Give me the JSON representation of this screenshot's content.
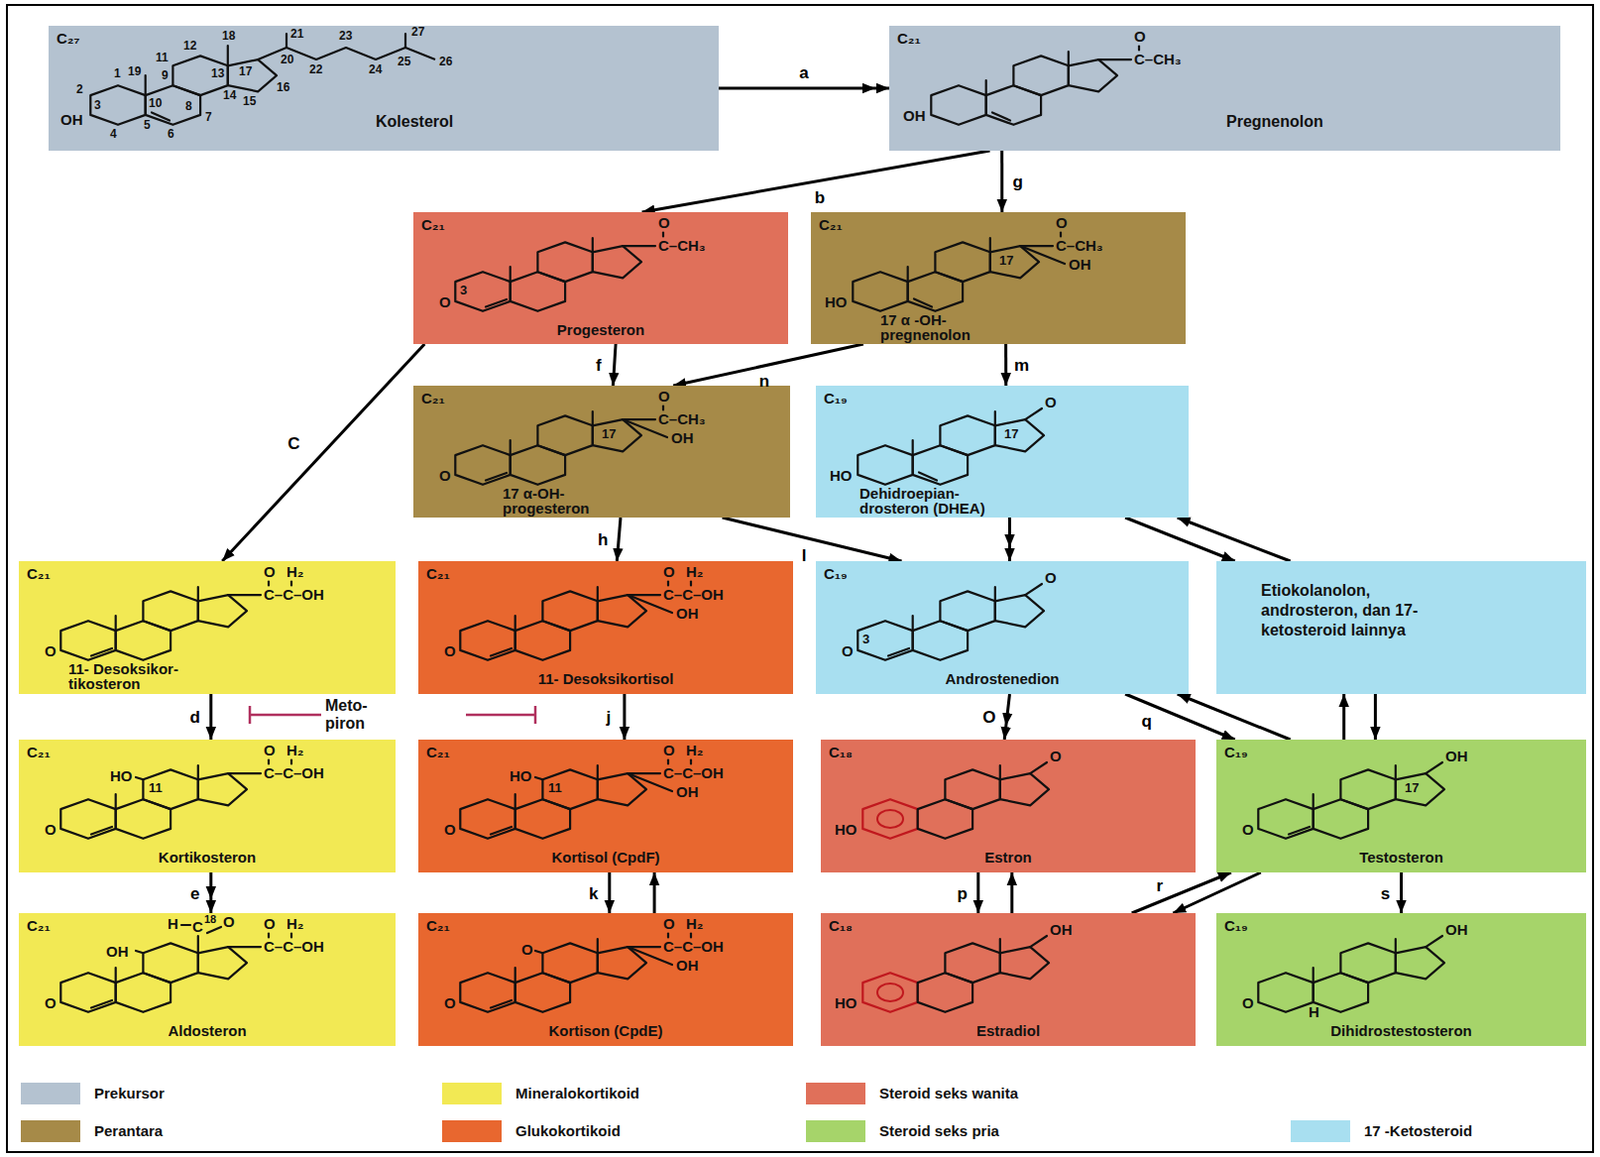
{
  "diagram": {
    "nodes": [
      {
        "text": [
          "C₂₇",
          "12",
          "18",
          "21",
          "27",
          "11",
          "17",
          "20",
          "23",
          "26",
          "1",
          "19",
          "13",
          "9",
          "22",
          "24",
          "25",
          "2",
          "10",
          "14",
          "8",
          "16",
          "15",
          "3",
          "5",
          "7",
          "OH",
          "4",
          "6",
          "Kolesterol"
        ]
      },
      {
        "text": [
          "C₂₁",
          "O",
          "C–CH₃",
          "OH",
          "Pregnenolon"
        ]
      },
      {
        "text": [
          "C₂₁",
          "O",
          "C–CH₃",
          "3",
          "O",
          "Progesteron"
        ]
      },
      {
        "text": [
          "C₂₁",
          "O",
          "17",
          "C–CH₃",
          "OH",
          "HO",
          "17 α -OH- pregnenolon"
        ]
      },
      {
        "text": [
          "C₂₁",
          "O",
          "17",
          "C–CH₃",
          "OH",
          "O",
          "17 α-OH- progesteron"
        ]
      },
      {
        "text": [
          "C₁₉",
          "O",
          "17",
          "HO",
          "Dehidroepian- drosteron (DHEA)"
        ]
      },
      {
        "text": [
          "C₂₁",
          "O",
          "H₂",
          "C–C–OH",
          "O",
          "11- Desoksikor- tikosteron"
        ]
      },
      {
        "text": [
          "C₂₁",
          "O",
          "H₂",
          "C–C–OH",
          "OH",
          "O",
          "11- Desoksikortisol"
        ]
      },
      {
        "text": [
          "C₁₉",
          "O",
          "3",
          "O",
          "Androstenedion"
        ]
      },
      {
        "text": [
          "Etiokolanolon, androsteron, dan 17-ketosteroid lainnya"
        ]
      },
      {
        "text": [
          "C₂₁",
          "HO",
          "11",
          "O",
          "H₂",
          "C–C–OH",
          "O",
          "Kortikosteron"
        ]
      },
      {
        "text": [
          "C₂₁",
          "HO",
          "11",
          "O",
          "H₂",
          "C–C–OH",
          "OH",
          "O",
          "Kortisol (CpdF)"
        ]
      },
      {
        "text": [
          "C₁₈",
          "O",
          "HO",
          "Estron"
        ]
      },
      {
        "text": [
          "C₁₉",
          "OH",
          "17",
          "O",
          "Testosteron"
        ]
      },
      {
        "text": [
          "C₂₁",
          "H",
          "C",
          "18",
          "O",
          "OH",
          "O",
          "H₂",
          "C–C–OH",
          "O",
          "Aldosteron"
        ]
      },
      {
        "text": [
          "C₂₁",
          "O",
          "O",
          "H₂",
          "C–C–OH",
          "OH",
          "O",
          "Kortison (CpdE)"
        ]
      },
      {
        "text": [
          "C₁₈",
          "OH",
          "HO",
          "Estradiol"
        ]
      },
      {
        "text": [
          "C₁₉",
          "OH",
          "O",
          "H",
          "Dihidrostestosteron"
        ]
      }
    ],
    "edges": [
      {
        "from": 0,
        "to": 1,
        "label": "a",
        "arrow": "to"
      },
      {
        "from": 1,
        "to": 2,
        "label": "b",
        "arrow": "to"
      },
      {
        "from": 1,
        "to": 3,
        "label": "g",
        "arrow": "to"
      },
      {
        "from": 2,
        "to": 4,
        "label": "f",
        "arrow": "to"
      },
      {
        "from": 3,
        "to": 4,
        "label": "n",
        "arrow": "to"
      },
      {
        "from": 3,
        "to": 5,
        "label": "m",
        "arrow": "to"
      },
      {
        "from": 2,
        "to": 6,
        "label": "C",
        "arrow": "to"
      },
      {
        "from": 4,
        "to": 7,
        "label": "h",
        "arrow": "to"
      },
      {
        "from": 4,
        "to": 8,
        "label": "l",
        "arrow": "to"
      },
      {
        "from": 5,
        "to": 8,
        "arrow": "to"
      },
      {
        "from": 5,
        "to": 9,
        "arrow": "to"
      },
      {
        "from": 9,
        "to": 5,
        "arrow": "to"
      },
      {
        "from": 6,
        "to": 10,
        "label": "d",
        "arrow": "to"
      },
      {
        "from": 7,
        "to": 11,
        "label": "j",
        "arrow": "to"
      },
      {
        "from": 8,
        "to": 12,
        "label": "O",
        "arrow": "to"
      },
      {
        "from": 8,
        "to": 13,
        "label": "q",
        "arrow": "to"
      },
      {
        "from": 13,
        "to": 8,
        "arrow": "to"
      },
      {
        "from": 13,
        "to": 9,
        "arrow": "to"
      },
      {
        "from": 9,
        "to": 13,
        "arrow": "to"
      },
      {
        "from": 10,
        "to": 14,
        "label": "e",
        "arrow": "to"
      },
      {
        "from": 11,
        "to": 15,
        "label": "k",
        "arrow": "to"
      },
      {
        "from": 15,
        "to": 11,
        "arrow": "to"
      },
      {
        "from": 12,
        "to": 16,
        "label": "p",
        "arrow": "to"
      },
      {
        "from": 16,
        "to": 12,
        "arrow": "to"
      },
      {
        "from": 16,
        "to": 13,
        "label": "r",
        "arrow": "to"
      },
      {
        "from": 13,
        "to": 16,
        "arrow": "to"
      },
      {
        "from": 13,
        "to": 17,
        "label": "s",
        "arrow": "to"
      }
    ],
    "labels": [
      "Meto- piron"
    ],
    "legend": [
      {
        "text": "Prekursor",
        "color": "#b4c2d0"
      },
      {
        "text": "Mineralokortikoid",
        "color": "#f2e954"
      },
      {
        "text": "Steroid seks wanita",
        "color": "#e0705a"
      },
      {
        "text": "Perantara",
        "color": "#a68a48"
      },
      {
        "text": "Glukokortikoid",
        "color": "#e8672f"
      },
      {
        "text": "Steroid seks pria",
        "color": "#a6d46a"
      },
      {
        "text": "17 -Ketosteroid",
        "color": "#a8dff0"
      }
    ]
  }
}
